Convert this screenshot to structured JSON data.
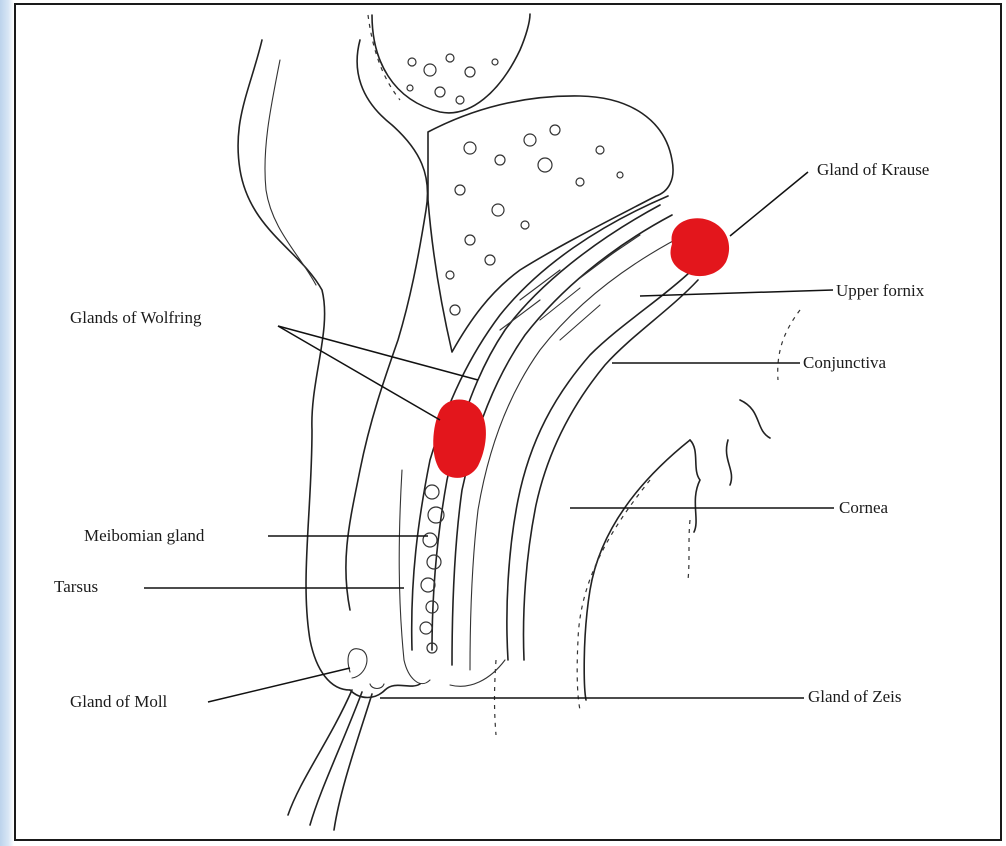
{
  "labels": {
    "gland_of_krause": "Gland of Krause",
    "upper_fornix": "Upper fornix",
    "glands_of_wolfring": "Glands of Wolfring",
    "conjunctiva": "Conjunctiva",
    "cornea": "Cornea",
    "meibomian_gland": "Meibomian gland",
    "tarsus": "Tarsus",
    "gland_of_moll": "Gland of Moll",
    "gland_of_zeis": "Gland of Zeis"
  },
  "highlight_color": "#e3161c",
  "frame_color": "#1a1a1a",
  "side_band_color": "#bcd3ec"
}
